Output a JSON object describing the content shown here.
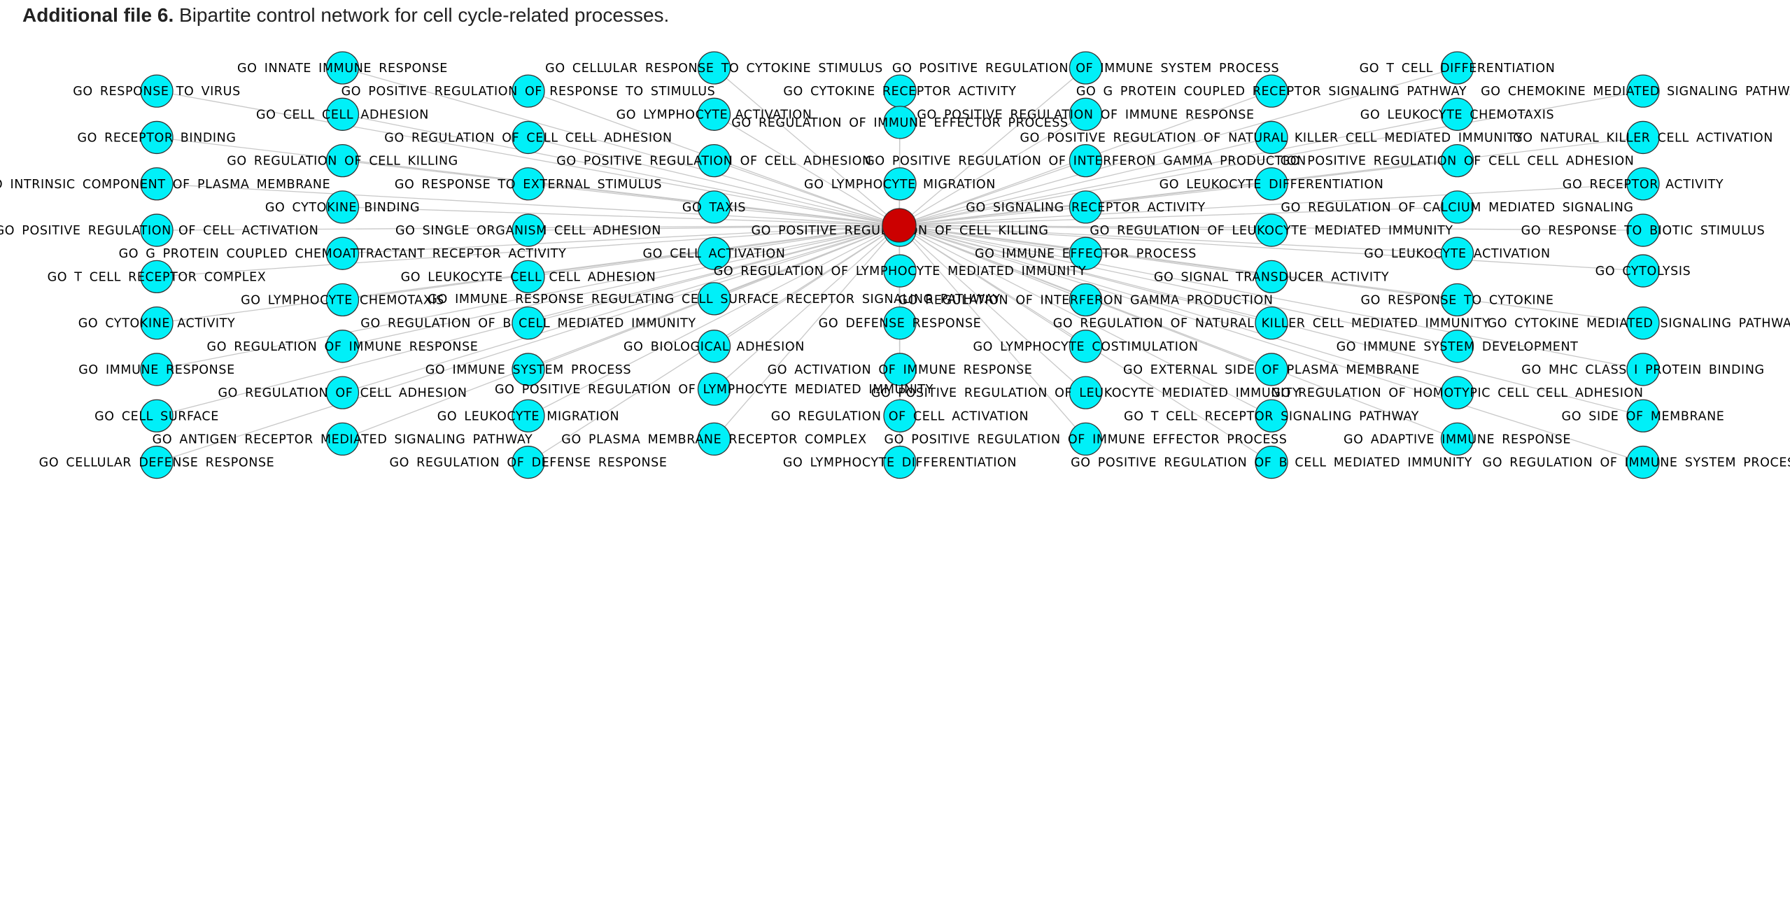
{
  "header": {
    "bold": "Additional file 6.",
    "rest": " Bipartite control network for cell cycle-related processes."
  },
  "colors": {
    "hub": "#cc0000",
    "node": "#00f0f8",
    "edge": "#c8c8c8",
    "stroke": "#333333"
  },
  "nodes": [
    {
      "label": "GO INNATE IMMUNE RESPONSE",
      "col": 1,
      "row": 0
    },
    {
      "label": "GO CELLULAR RESPONSE TO CYTOKINE STIMULUS",
      "col": 3,
      "row": 0
    },
    {
      "label": "GO POSITIVE REGULATION OF IMMUNE SYSTEM PROCESS",
      "col": 5,
      "row": 0
    },
    {
      "label": "GO T CELL DIFFERENTIATION",
      "col": 7,
      "row": 0
    },
    {
      "label": "GO RESPONSE TO VIRUS",
      "col": 0,
      "row": 1
    },
    {
      "label": "GO POSITIVE REGULATION OF RESPONSE TO STIMULUS",
      "col": 2,
      "row": 1
    },
    {
      "label": "GO CYTOKINE RECEPTOR ACTIVITY",
      "col": 4,
      "row": 1
    },
    {
      "label": "GO G PROTEIN COUPLED RECEPTOR SIGNALING PATHWAY",
      "col": 6,
      "row": 1
    },
    {
      "label": "GO CHEMOKINE MEDIATED SIGNALING PATHWAY",
      "col": 8,
      "row": 1
    },
    {
      "label": "GO CELL CELL ADHESION",
      "col": 1,
      "row": 2
    },
    {
      "label": "GO LYMPHOCYTE ACTIVATION",
      "col": 3,
      "row": 2
    },
    {
      "label": "GO POSITIVE REGULATION OF IMMUNE RESPONSE",
      "col": 5,
      "row": 2
    },
    {
      "label": "GO LEUKOCYTE CHEMOTAXIS",
      "col": 7,
      "row": 2
    },
    {
      "label": "GO REGULATION OF IMMUNE EFFECTOR PROCESS",
      "col": 4,
      "row": 2.35
    },
    {
      "label": "GO RECEPTOR BINDING",
      "col": 0,
      "row": 3
    },
    {
      "label": "GO REGULATION OF CELL CELL ADHESION",
      "col": 2,
      "row": 3
    },
    {
      "label": "GO POSITIVE REGULATION OF NATURAL KILLER CELL MEDIATED IMMUNITY",
      "col": 6,
      "row": 3
    },
    {
      "label": "GO NATURAL KILLER CELL ACTIVATION",
      "col": 8,
      "row": 3
    },
    {
      "label": "GO REGULATION OF CELL KILLING",
      "col": 1,
      "row": 4
    },
    {
      "label": "GO POSITIVE REGULATION OF CELL ADHESION",
      "col": 3,
      "row": 4
    },
    {
      "label": "GO POSITIVE REGULATION OF INTERFERON GAMMA PRODUCTION",
      "col": 5,
      "row": 4
    },
    {
      "label": "GO POSITIVE REGULATION OF CELL CELL ADHESION",
      "col": 7,
      "row": 4
    },
    {
      "label": "GO INTRINSIC COMPONENT OF PLASMA MEMBRANE",
      "col": 0,
      "row": 5
    },
    {
      "label": "GO RESPONSE TO EXTERNAL STIMULUS",
      "col": 2,
      "row": 5
    },
    {
      "label": "GO LYMPHOCYTE MIGRATION",
      "col": 4,
      "row": 5
    },
    {
      "label": "GO LEUKOCYTE DIFFERENTIATION",
      "col": 6,
      "row": 5
    },
    {
      "label": "GO RECEPTOR ACTIVITY",
      "col": 8,
      "row": 5
    },
    {
      "label": "GO CYTOKINE BINDING",
      "col": 1,
      "row": 6
    },
    {
      "label": "GO TAXIS",
      "col": 3,
      "row": 6
    },
    {
      "label": "GO SIGNALING RECEPTOR ACTIVITY",
      "col": 5,
      "row": 6
    },
    {
      "label": "GO REGULATION OF CALCIUM MEDIATED SIGNALING",
      "col": 7,
      "row": 6
    },
    {
      "label": "GO POSITIVE REGULATION OF CELL ACTIVATION",
      "col": 0,
      "row": 7
    },
    {
      "label": "GO SINGLE ORGANISM CELL ADHESION",
      "col": 2,
      "row": 7
    },
    {
      "label": "GO POSITIVE REGULATION OF CELL KILLING",
      "col": 4,
      "row": 7
    },
    {
      "label": "GO REGULATION OF LEUKOCYTE MEDIATED IMMUNITY",
      "col": 6,
      "row": 7
    },
    {
      "label": "GO RESPONSE TO BIOTIC STIMULUS",
      "col": 8,
      "row": 7
    },
    {
      "label": "GO G PROTEIN COUPLED CHEMOATTRACTANT RECEPTOR ACTIVITY",
      "col": 1,
      "row": 8
    },
    {
      "label": "GO CELL ACTIVATION",
      "col": 3,
      "row": 8
    },
    {
      "label": "GO IMMUNE EFFECTOR PROCESS",
      "col": 5,
      "row": 8
    },
    {
      "label": "GO LEUKOCYTE ACTIVATION",
      "col": 7,
      "row": 8
    },
    {
      "label": "GO T CELL RECEPTOR COMPLEX",
      "col": 0,
      "row": 9
    },
    {
      "label": "GO LEUKOCYTE CELL CELL ADHESION",
      "col": 2,
      "row": 9
    },
    {
      "label": "GO REGULATION OF LYMPHOCYTE MEDIATED IMMUNITY",
      "col": 4,
      "row": 8.75
    },
    {
      "label": "GO SIGNAL TRANSDUCER ACTIVITY",
      "col": 6,
      "row": 9
    },
    {
      "label": "GO CYTOLYSIS",
      "col": 8,
      "row": 8.75
    },
    {
      "label": "GO IMMUNE RESPONSE REGULATING CELL SURFACE RECEPTOR SIGNALING PATHWAY",
      "col": 3,
      "row": 9.95
    },
    {
      "label": "GO LYMPHOCYTE CHEMOTAXIS",
      "col": 1,
      "row": 10
    },
    {
      "label": "GO REGULATION OF INTERFERON GAMMA PRODUCTION",
      "col": 5,
      "row": 10
    },
    {
      "label": "GO RESPONSE TO CYTOKINE",
      "col": 7,
      "row": 10
    },
    {
      "label": "GO CYTOKINE ACTIVITY",
      "col": 0,
      "row": 11
    },
    {
      "label": "GO REGULATION OF B CELL MEDIATED IMMUNITY",
      "col": 2,
      "row": 11
    },
    {
      "label": "GO DEFENSE RESPONSE",
      "col": 4,
      "row": 11
    },
    {
      "label": "GO REGULATION OF NATURAL KILLER CELL MEDIATED IMMUNITY",
      "col": 6,
      "row": 11
    },
    {
      "label": "GO CYTOKINE MEDIATED SIGNALING PATHWAY",
      "col": 8,
      "row": 11
    },
    {
      "label": "GO REGULATION OF IMMUNE RESPONSE",
      "col": 1,
      "row": 12
    },
    {
      "label": "GO BIOLOGICAL ADHESION",
      "col": 3,
      "row": 12
    },
    {
      "label": "GO LYMPHOCYTE COSTIMULATION",
      "col": 5,
      "row": 12
    },
    {
      "label": "GO IMMUNE SYSTEM DEVELOPMENT",
      "col": 7,
      "row": 12
    },
    {
      "label": "GO IMMUNE RESPONSE",
      "col": 0,
      "row": 13
    },
    {
      "label": "GO IMMUNE SYSTEM PROCESS",
      "col": 2,
      "row": 13
    },
    {
      "label": "GO ACTIVATION OF IMMUNE RESPONSE",
      "col": 4,
      "row": 13
    },
    {
      "label": "GO EXTERNAL SIDE OF PLASMA MEMBRANE",
      "col": 6,
      "row": 13
    },
    {
      "label": "GO MHC CLASS I PROTEIN BINDING",
      "col": 8,
      "row": 13
    },
    {
      "label": "GO POSITIVE REGULATION OF LYMPHOCYTE MEDIATED IMMUNITY",
      "col": 3,
      "row": 13.85
    },
    {
      "label": "GO REGULATION OF CELL ADHESION",
      "col": 1,
      "row": 14
    },
    {
      "label": "GO POSITIVE REGULATION OF LEUKOCYTE MEDIATED IMMUNITY",
      "col": 5,
      "row": 14
    },
    {
      "label": "GO REGULATION OF HOMOTYPIC CELL CELL ADHESION",
      "col": 7,
      "row": 14
    },
    {
      "label": "GO CELL SURFACE",
      "col": 0,
      "row": 15
    },
    {
      "label": "GO LEUKOCYTE MIGRATION",
      "col": 2,
      "row": 15
    },
    {
      "label": "GO REGULATION OF CELL ACTIVATION",
      "col": 4,
      "row": 15
    },
    {
      "label": "GO T CELL RECEPTOR SIGNALING PATHWAY",
      "col": 6,
      "row": 15
    },
    {
      "label": "GO SIDE OF MEMBRANE",
      "col": 8,
      "row": 15
    },
    {
      "label": "GO ANTIGEN RECEPTOR MEDIATED SIGNALING PATHWAY",
      "col": 1,
      "row": 16
    },
    {
      "label": "GO PLASMA MEMBRANE RECEPTOR COMPLEX",
      "col": 3,
      "row": 16
    },
    {
      "label": "GO POSITIVE REGULATION OF IMMUNE EFFECTOR PROCESS",
      "col": 5,
      "row": 16
    },
    {
      "label": "GO ADAPTIVE IMMUNE RESPONSE",
      "col": 7,
      "row": 16
    },
    {
      "label": "GO CELLULAR DEFENSE RESPONSE",
      "col": 0,
      "row": 17
    },
    {
      "label": "GO REGULATION OF DEFENSE RESPONSE",
      "col": 2,
      "row": 17
    },
    {
      "label": "GO LYMPHOCYTE DIFFERENTIATION",
      "col": 4,
      "row": 17
    },
    {
      "label": "GO POSITIVE REGULATION OF B CELL MEDIATED IMMUNITY",
      "col": 6,
      "row": 17
    },
    {
      "label": "GO REGULATION OF IMMUNE SYSTEM PROCESS",
      "col": 8,
      "row": 17
    }
  ]
}
